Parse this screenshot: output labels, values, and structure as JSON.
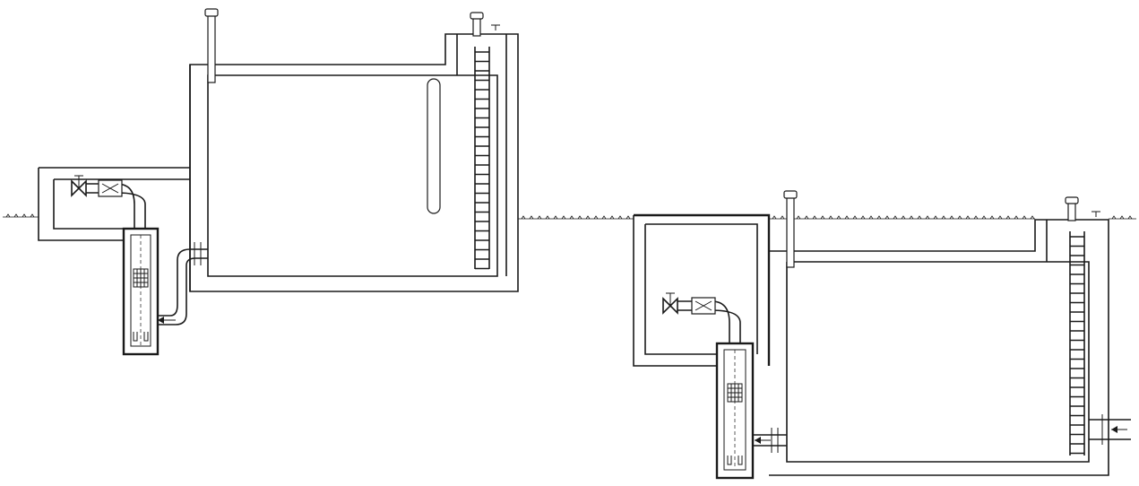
{
  "colors": {
    "ink": "#1a1a1a",
    "background": "#ffffff"
  },
  "left_system": {
    "components": [
      "underground-tank",
      "vent-pipe",
      "vent-pipe",
      "access-ladder",
      "float-gauge",
      "valve-chamber",
      "submersible-pump-well",
      "gate-valve",
      "check-valve",
      "discharge-pipe",
      "flow-arrow"
    ]
  },
  "right_system": {
    "components": [
      "underground-tank",
      "vent-pipe",
      "vent-pipe",
      "access-ladder",
      "valve-chamber",
      "submersible-pump-well",
      "gate-valve",
      "check-valve",
      "inlet-pipe",
      "flow-arrow",
      "flow-arrow"
    ]
  },
  "icons": [
    "gate-valve-icon",
    "check-valve-icon",
    "flow-arrow-icon",
    "ground-grass-icon"
  ]
}
